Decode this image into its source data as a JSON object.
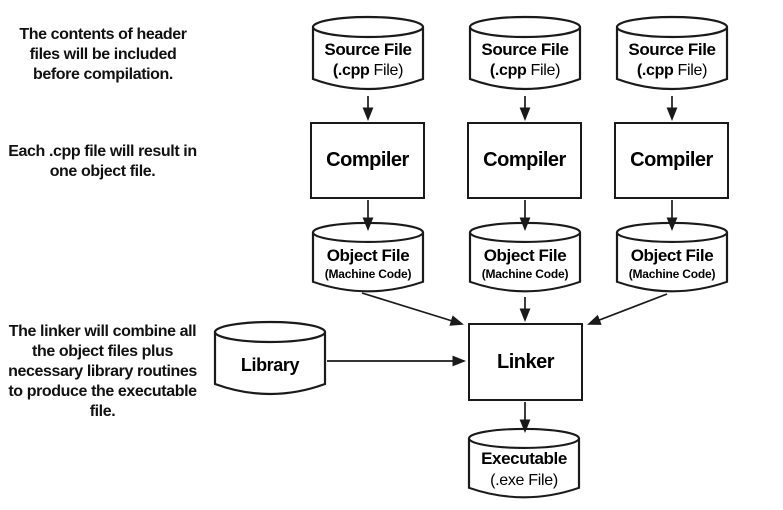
{
  "annotations": [
    {
      "text": "The contents of header\nfiles will be included\nbefore compilation."
    },
    {
      "text": "Each .cpp file will result in\none object file."
    },
    {
      "text": "The linker will combine all\nthe object files plus\nnecessary library routines\nto produce the executable\nfile."
    }
  ],
  "nodes": {
    "source_file": {
      "title": "Source File",
      "subtitle_bold": "(.cpp",
      "subtitle_rest": "File)"
    },
    "compiler": {
      "label": "Compiler"
    },
    "object_file": {
      "title": "Object File",
      "subtitle": "(Machine Code)"
    },
    "library": {
      "label": "Library"
    },
    "linker": {
      "label": "Linker"
    },
    "executable": {
      "title": "Executable",
      "subtitle": "(.exe File)"
    }
  },
  "colors": {
    "stroke": "#1a1a1a",
    "fill": "#ffffff",
    "background": "#ffffff"
  }
}
